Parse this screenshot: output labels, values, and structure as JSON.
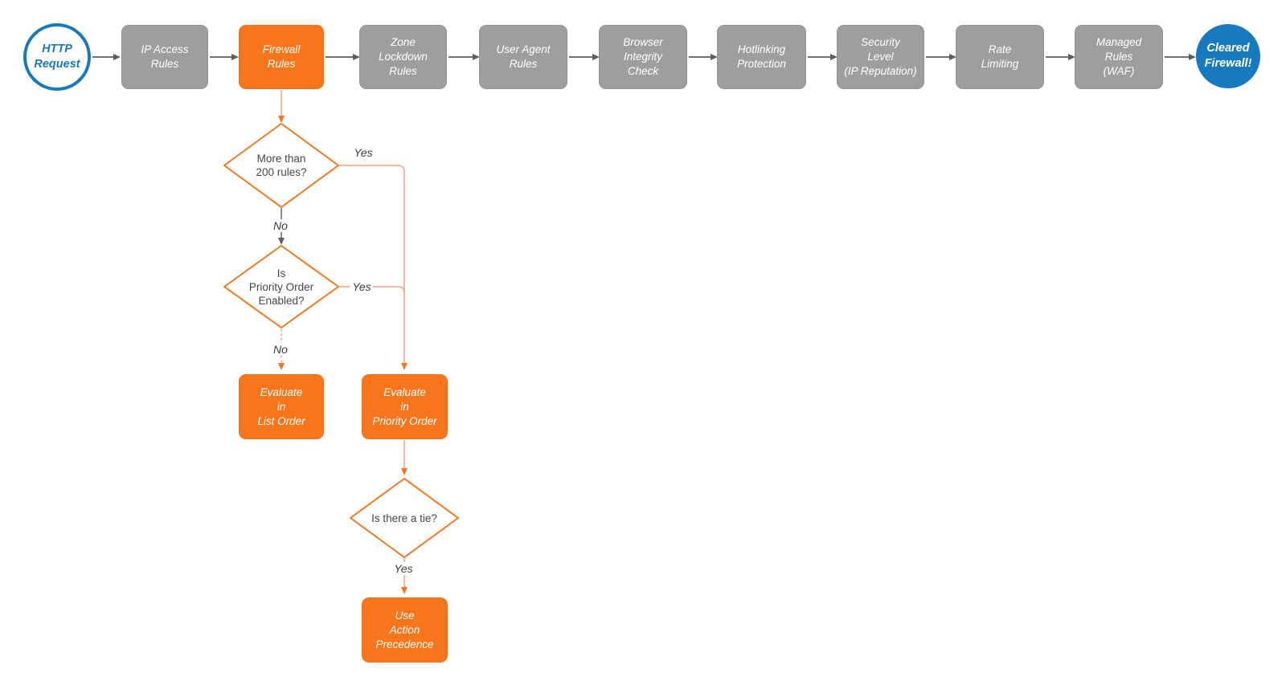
{
  "colors": {
    "process_fill": "#9E9E9E",
    "highlight_fill": "#F7761C",
    "terminal_blue": "#1779BE",
    "connector_dark": "#5E5E5E",
    "connector_orange": "#F9A07A"
  },
  "nodes": {
    "start": {
      "label": "HTTP\nRequest"
    },
    "ip_access": {
      "label": "IP Access\nRules"
    },
    "firewall": {
      "label": "Firewall\nRules"
    },
    "zone_lockdown": {
      "label": "Zone\nLockdown\nRules"
    },
    "user_agent": {
      "label": "User Agent\nRules"
    },
    "browser_integrity": {
      "label": "Browser\nIntegrity\nCheck"
    },
    "hotlinking": {
      "label": "Hotlinking\nProtection"
    },
    "security_level": {
      "label": "Security\nLevel\n(IP Reputation)"
    },
    "rate_limiting": {
      "label": "Rate\nLimiting"
    },
    "managed_rules": {
      "label": "Managed\nRules\n(WAF)"
    },
    "end": {
      "label": "Cleared\nFirewall!"
    },
    "decision_rules_count": {
      "label": "More than\n200 rules?"
    },
    "decision_priority_enabled": {
      "label": "Is\nPriority Order\nEnabled?"
    },
    "decision_tie": {
      "label": "Is there a tie?"
    },
    "evaluate_list_order": {
      "label": "Evaluate\nin\nList Order"
    },
    "evaluate_priority_order": {
      "label": "Evaluate\nin\nPriority Order"
    },
    "use_action_precedence": {
      "label": "Use\nAction\nPrecedence"
    }
  },
  "edge_labels": {
    "yes_rules_count": "Yes",
    "no_rules_count": "No",
    "yes_priority_enabled": "Yes",
    "no_priority_enabled": "No",
    "yes_tie": "Yes"
  }
}
